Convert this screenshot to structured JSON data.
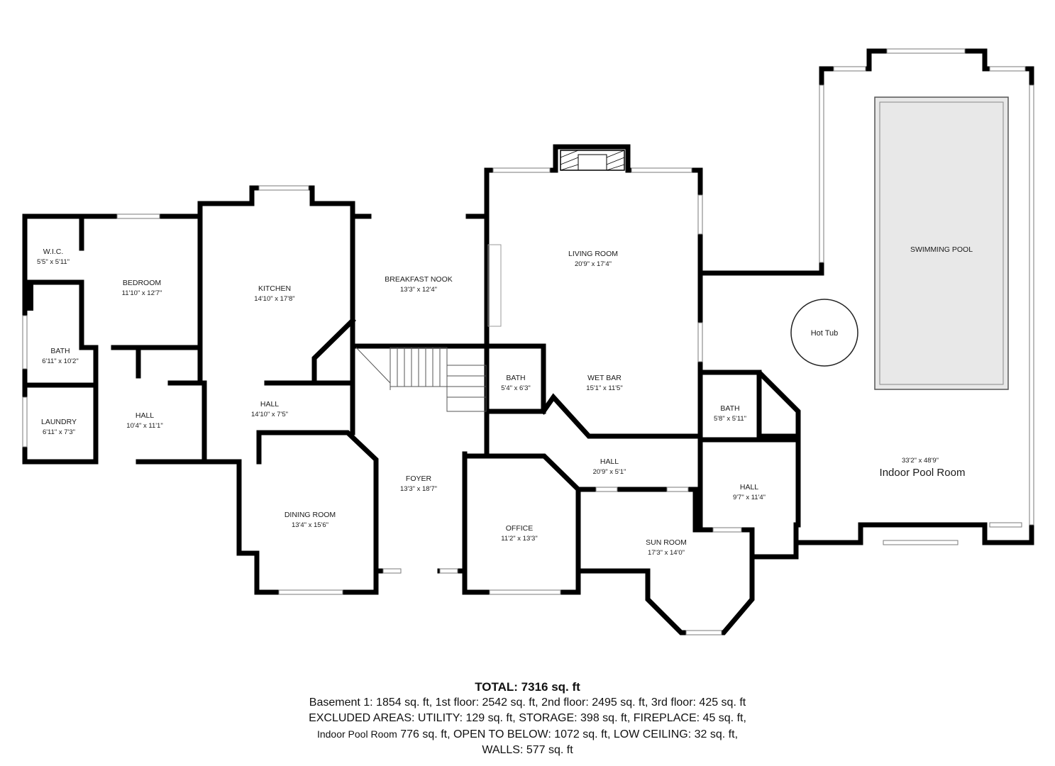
{
  "rooms": {
    "wic": {
      "label": "W.I.C.",
      "dims": "5'5\" x 5'11\""
    },
    "bedroom": {
      "label": "BEDROOM",
      "dims": "11'10\" x 12'7\""
    },
    "bath_west": {
      "label": "BATH",
      "dims": "6'11\" x 10'2\""
    },
    "laundry": {
      "label": "LAUNDRY",
      "dims": "6'11\" x 7'3\""
    },
    "hall_west": {
      "label": "HALL",
      "dims": "10'4\" x 11'1\""
    },
    "kitchen": {
      "label": "KITCHEN",
      "dims": "14'10\" x 17'8\""
    },
    "hall_kitchen": {
      "label": "HALL",
      "dims": "14'10\" x 7'5\""
    },
    "breakfast": {
      "label": "BREAKFAST NOOK",
      "dims": "13'3\" x 12'4\""
    },
    "living": {
      "label": "LIVING ROOM",
      "dims": "20'9\" x 17'4\""
    },
    "bath_center": {
      "label": "BATH",
      "dims": "5'4\" x 6'3\""
    },
    "wetbar": {
      "label": "WET BAR",
      "dims": "15'1\" x 11'5\""
    },
    "dining": {
      "label": "DINING ROOM",
      "dims": "13'4\" x 15'6\""
    },
    "foyer": {
      "label": "FOYER",
      "dims": "13'3\" x 18'7\""
    },
    "office": {
      "label": "OFFICE",
      "dims": "11'2\" x 13'3\""
    },
    "hall_center": {
      "label": "HALL",
      "dims": "20'9\" x 5'1\""
    },
    "sunroom": {
      "label": "SUN ROOM",
      "dims": "17'3\" x 14'0\""
    },
    "bath_east": {
      "label": "BATH",
      "dims": "5'8\" x 5'11\""
    },
    "hall_east": {
      "label": "HALL",
      "dims": "9'7\" x 11'4\""
    },
    "pool": {
      "label": "SWIMMING POOL"
    },
    "hottub": {
      "label": "Hot Tub"
    },
    "poolroom": {
      "label": "Indoor Pool Room",
      "dims": "33'2\" x 48'9\""
    }
  },
  "summary": {
    "total": "TOTAL: 7316 sq. ft",
    "line1": "Basement 1: 1854 sq. ft, 1st floor: 2542 sq. ft, 2nd floor: 2495 sq. ft, 3rd floor: 425 sq. ft",
    "line2": "EXCLUDED AREAS: UTILITY: 129 sq. ft, STORAGE: 398 sq. ft, FIREPLACE: 45 sq. ft,",
    "line3_name": "Indoor Pool Room",
    "line3_rest": " 776 sq. ft, OPEN TO BELOW: 1072 sq. ft, LOW CEILING: 32 sq. ft,",
    "line4": "WALLS: 577 sq. ft"
  }
}
